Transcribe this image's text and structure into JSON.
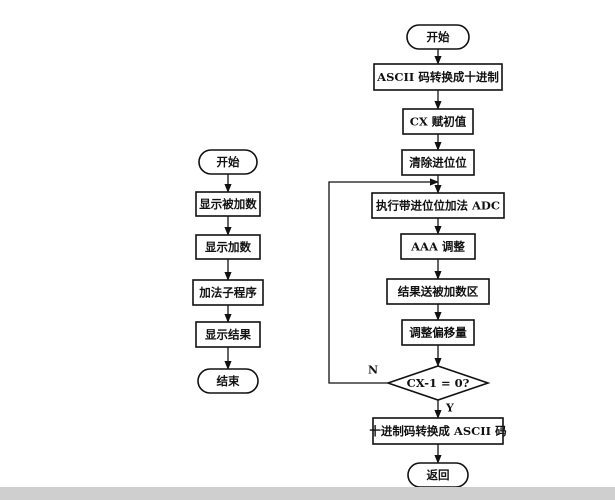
{
  "left_flow": {
    "nodes": [
      {
        "id": "l-start",
        "text": "开始"
      },
      {
        "id": "l-show-addend",
        "text": "显示被加数"
      },
      {
        "id": "l-show-augend",
        "text": "显示加数"
      },
      {
        "id": "l-add-sub",
        "text": "加法子程序"
      },
      {
        "id": "l-show-result",
        "text": "显示结果"
      },
      {
        "id": "l-end",
        "text": "结束"
      }
    ]
  },
  "right_flow": {
    "nodes": [
      {
        "id": "r-start",
        "text": "开始"
      },
      {
        "id": "r-ascii-to-dec",
        "text": "ASCII 码转换成十进制"
      },
      {
        "id": "r-cx-init",
        "text": "CX 赋初值"
      },
      {
        "id": "r-clear-carry",
        "text": "清除进位位"
      },
      {
        "id": "r-adc",
        "text": "执行带进位位加法 ADC"
      },
      {
        "id": "r-aaa",
        "text": "AAA 调整"
      },
      {
        "id": "r-store",
        "text": "结果送被加数区"
      },
      {
        "id": "r-adjust-offset",
        "text": "调整偏移量"
      },
      {
        "id": "r-decision",
        "text": "CX-1 = 0?"
      },
      {
        "id": "r-dec-to-ascii",
        "text": "十进制码转换成 ASCII 码"
      },
      {
        "id": "r-return",
        "text": "返回"
      }
    ],
    "edge_labels": {
      "no": "N",
      "yes": "Y"
    }
  }
}
